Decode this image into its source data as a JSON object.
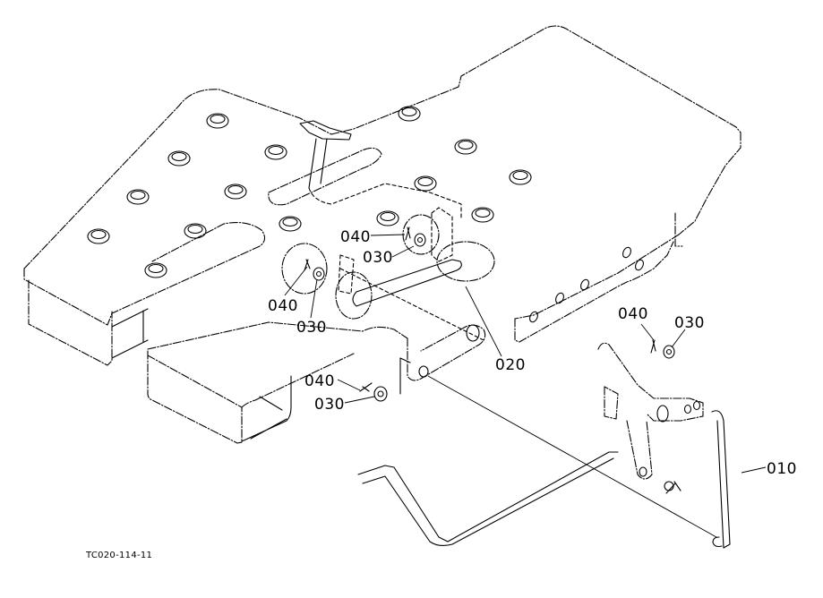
{
  "drawing": {
    "type": "exploded parts diagram",
    "reference_code": "TC020-114-11",
    "callouts": [
      {
        "id": "c010",
        "part_no": "010",
        "part": "rod"
      },
      {
        "id": "c020",
        "part_no": "020",
        "part": "rod"
      },
      {
        "id": "c030a",
        "part_no": "030",
        "part": "washer"
      },
      {
        "id": "c040a",
        "part_no": "040",
        "part": "cotter pin"
      },
      {
        "id": "c030b",
        "part_no": "030",
        "part": "washer"
      },
      {
        "id": "c040b",
        "part_no": "040",
        "part": "cotter pin"
      },
      {
        "id": "c030c",
        "part_no": "030",
        "part": "washer"
      },
      {
        "id": "c040c",
        "part_no": "040",
        "part": "cotter pin"
      },
      {
        "id": "c030d",
        "part_no": "030",
        "part": "washer"
      },
      {
        "id": "c040d",
        "part_no": "040",
        "part": "cotter pin"
      }
    ]
  }
}
